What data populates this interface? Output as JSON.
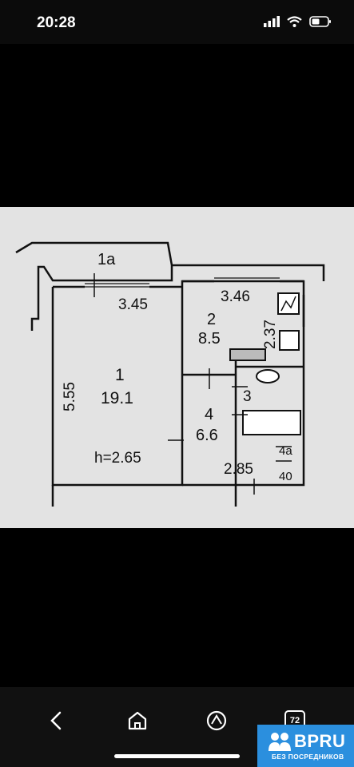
{
  "status_bar": {
    "time": "20:28"
  },
  "floor_plan": {
    "rooms": [
      {
        "number": "1a"
      },
      {
        "number": "1",
        "area": "19.1"
      },
      {
        "number": "2",
        "area": "8.5"
      },
      {
        "number": "3"
      },
      {
        "number": "4",
        "area": "6.6"
      }
    ],
    "dimensions": [
      "3.45",
      "3.46",
      "5.55",
      "2.37",
      "2.85"
    ],
    "ceiling_height": "h=2.65",
    "misc_labels": [
      "4а",
      "40"
    ]
  },
  "bottom_nav": {
    "tab_count": "72"
  },
  "logo": {
    "name": "BPRU",
    "tagline": "БЕЗ ПОСРЕДНИКОВ",
    "color": "#2b8fde"
  }
}
